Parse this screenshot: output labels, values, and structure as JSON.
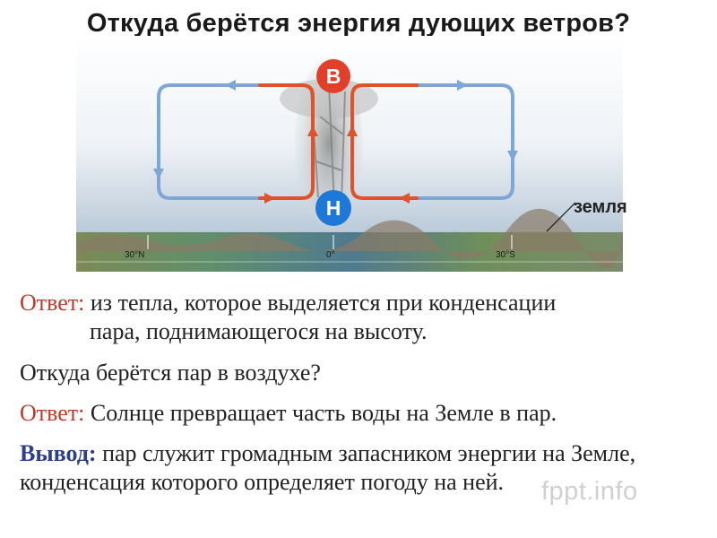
{
  "title": "Откуда берётся энергия дующих ветров?",
  "diagram": {
    "high_label": "В",
    "low_label": "Н",
    "earth_label": "земля",
    "lat_labels": [
      "30°N",
      "0°",
      "30°S"
    ],
    "colors": {
      "warm_flow": "#e0532a",
      "cool_flow": "#7ea7d8",
      "marker": "#1e78d8"
    }
  },
  "answer1": {
    "label": "Ответ:",
    "line1": " из тепла, которое выделяется при конденсации",
    "line2": "пара, поднимающегося на высоту."
  },
  "question2": "Откуда берётся пар в воздухе?",
  "answer2": {
    "label": "Ответ:",
    "text": " Солнце превращает часть воды на Земле в пар."
  },
  "conclusion": {
    "label": "Вывод:",
    "text": " пар служит громадным запасником энергии на Земле, конденсация которого определяет погоду на ней."
  },
  "watermark": "fppt.info"
}
